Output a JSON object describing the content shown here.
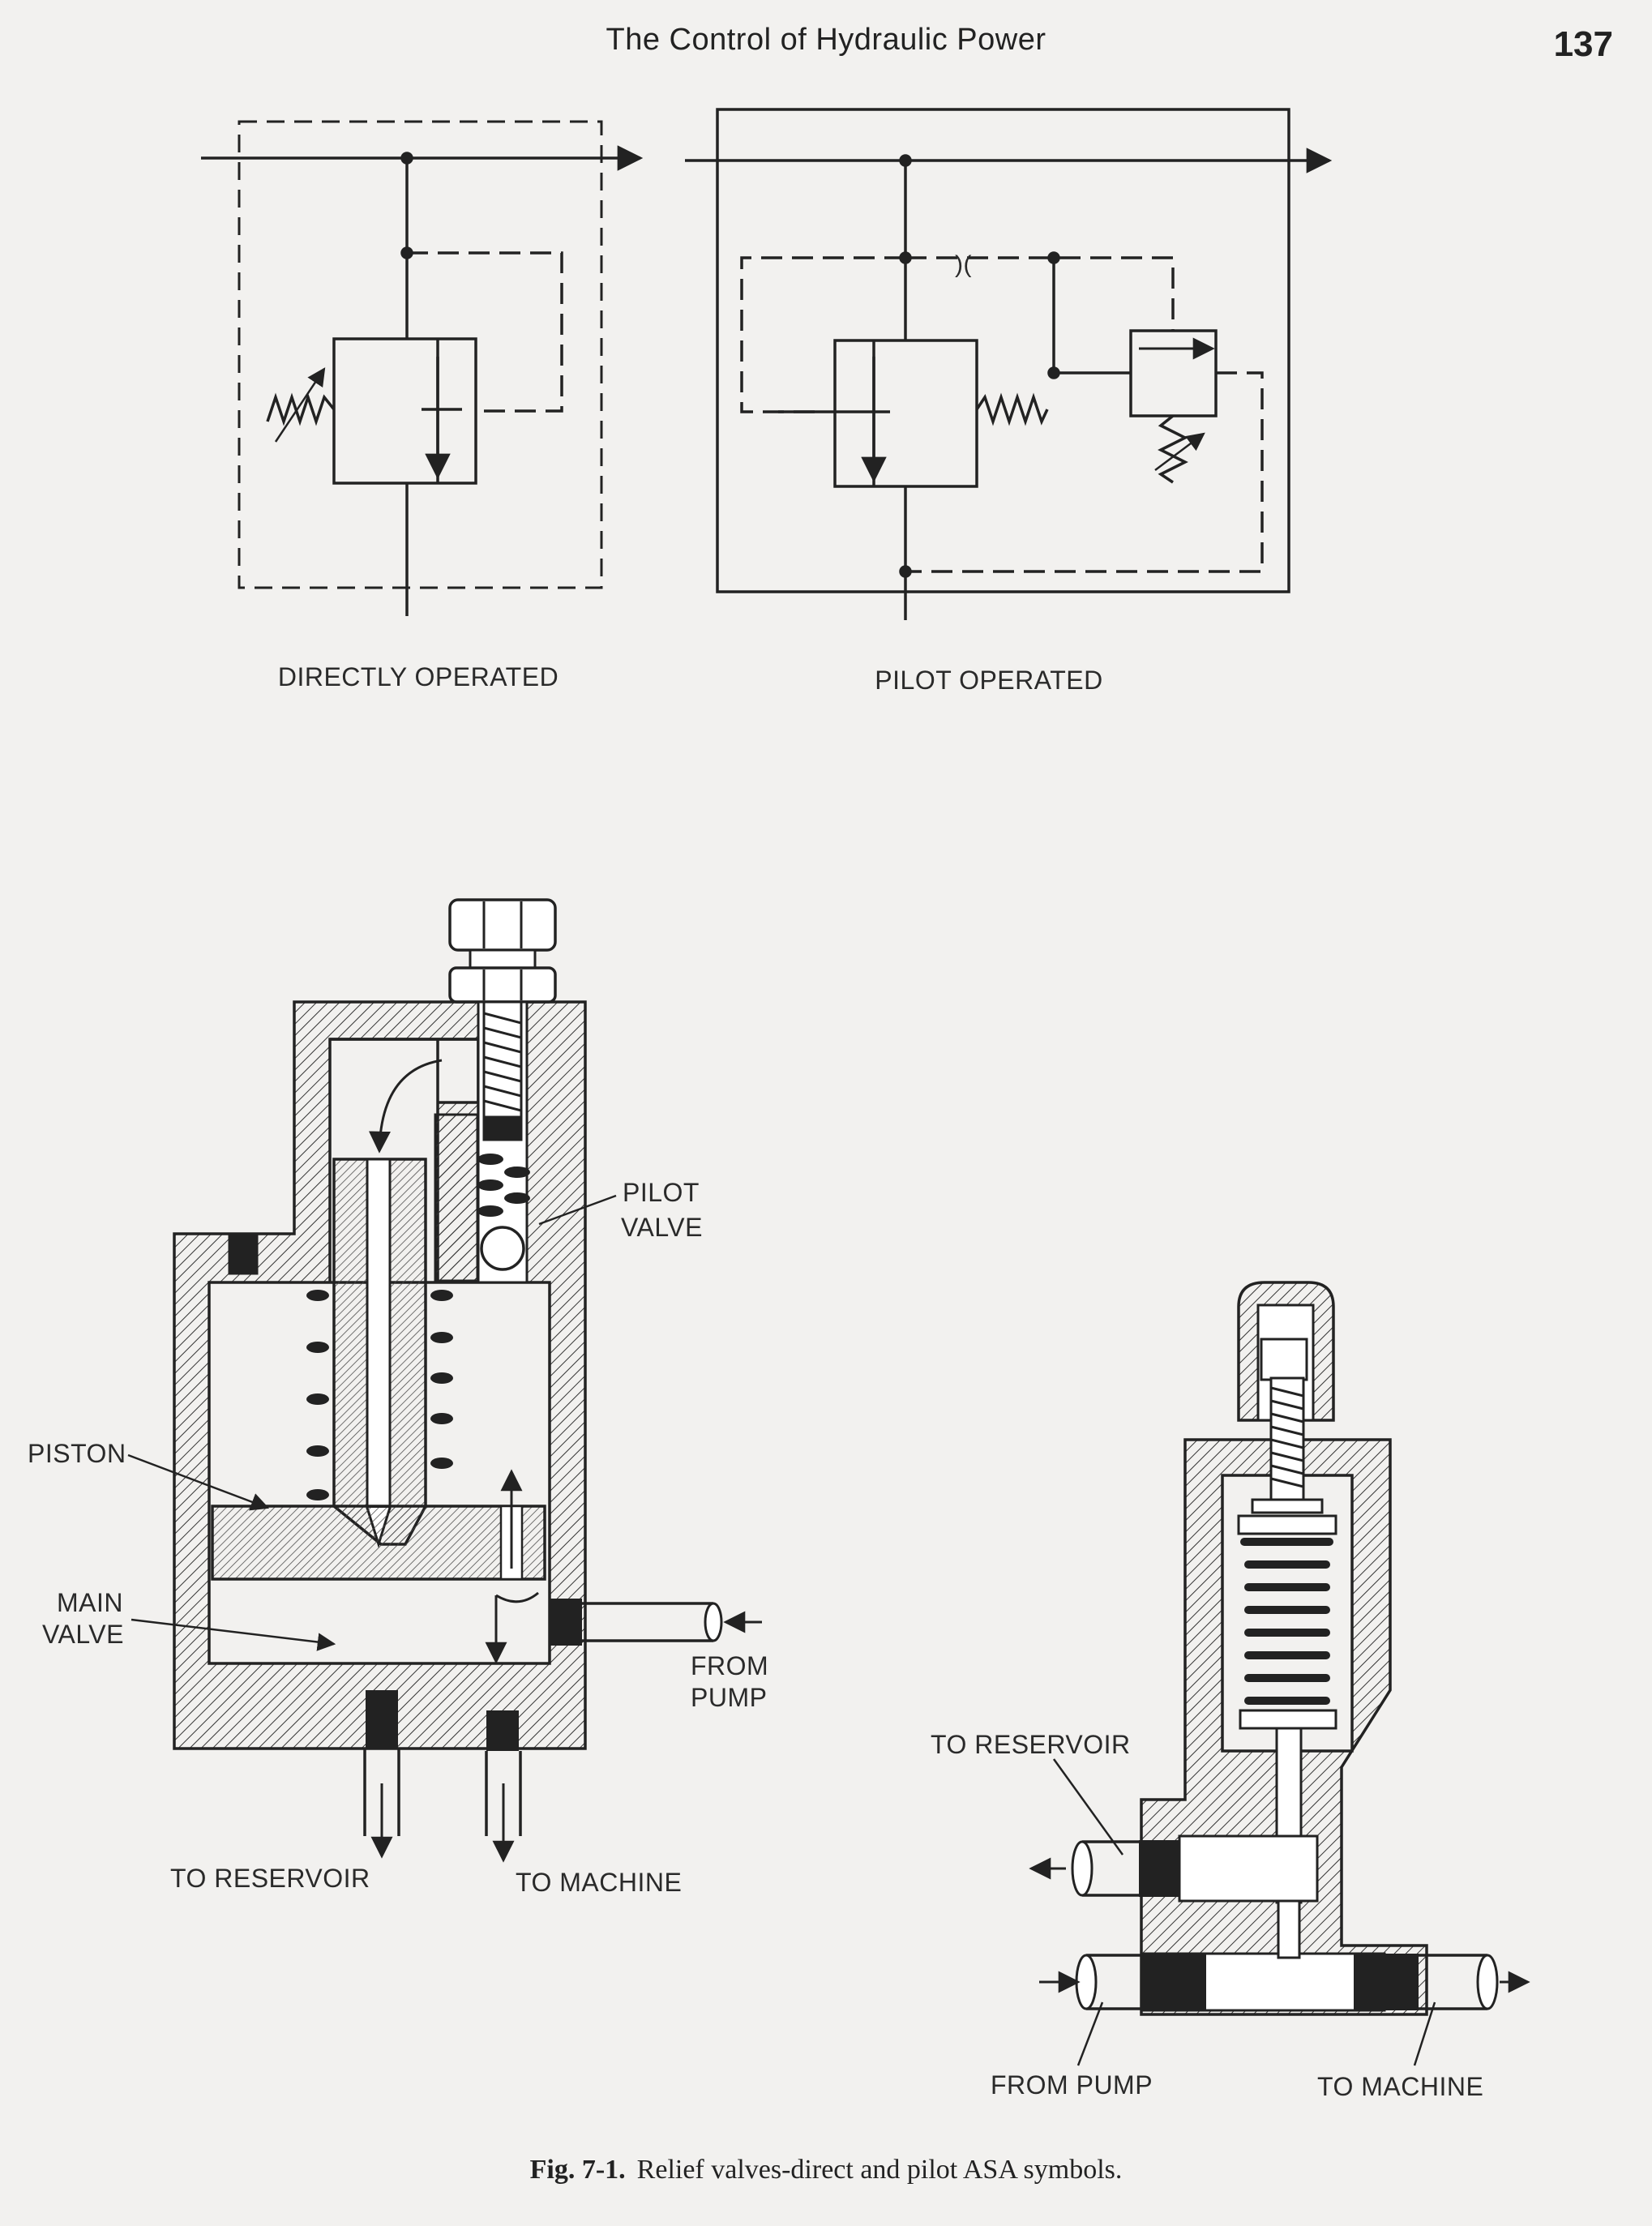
{
  "header": {
    "title": "The Control of Hydraulic Power",
    "page_number": "137"
  },
  "symbols": {
    "direct_label": "DIRECTLY OPERATED",
    "pilot_label": "PILOT OPERATED"
  },
  "main_valve_labels": {
    "pilot_valve_line1": "PILOT",
    "pilot_valve_line2": "VALVE",
    "piston": "PISTON",
    "main_valve_line1": "MAIN",
    "main_valve_line2": "VALVE",
    "from_pump_line1": "FROM",
    "from_pump_line2": "PUMP",
    "to_reservoir": "TO RESERVOIR",
    "to_machine": "TO MACHINE"
  },
  "small_valve_labels": {
    "to_reservoir": "TO RESERVOIR",
    "from_pump": "FROM PUMP",
    "to_machine": "TO MACHINE"
  },
  "caption": {
    "figure": "Fig. 7-1.",
    "text": "Relief valves-direct and pilot ASA symbols."
  }
}
